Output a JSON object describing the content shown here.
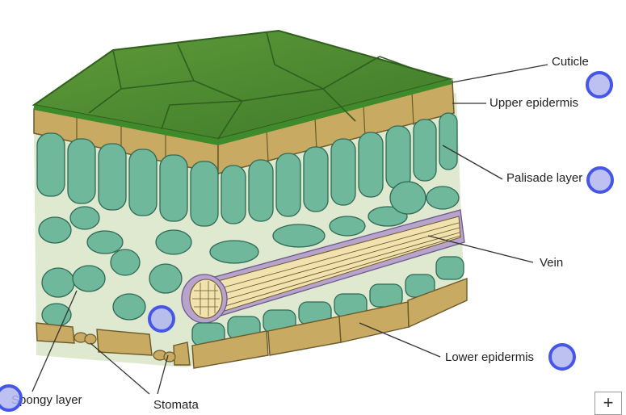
{
  "labels": {
    "cuticle": "Cuticle",
    "upper_epidermis": "Upper epidermis",
    "palisade_layer": "Palisade layer",
    "vein": "Vein",
    "lower_epidermis": "Lower epidermis",
    "spongy_layer": "Spongy layer",
    "stomata": "Stomata"
  },
  "zoom_button": "+",
  "colors": {
    "cuticle_top": "#4f8a30",
    "epidermis": "#c8aa62",
    "cell": "#6fb89c",
    "vein_sheath": "#b7a3cc",
    "vein_fill": "#f2e2b0",
    "hotspot_ring": "#4656e6"
  }
}
